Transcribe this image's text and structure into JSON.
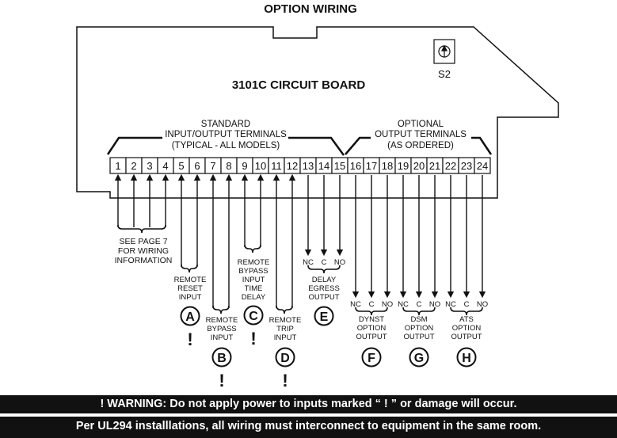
{
  "title": "OPTION WIRING",
  "board": {
    "name": "3101C CIRCUIT BOARD",
    "switch_label": "S2"
  },
  "headers": {
    "standard": [
      "STANDARD",
      "INPUT/OUTPUT TERMINALS",
      "(TYPICAL - ALL MODELS)"
    ],
    "optional": [
      "OPTIONAL",
      "OUTPUT TERMINALS",
      "(AS ORDERED)"
    ]
  },
  "terminals": [
    "1",
    "2",
    "3",
    "4",
    "5",
    "6",
    "7",
    "8",
    "9",
    "10",
    "11",
    "12",
    "13",
    "14",
    "15",
    "16",
    "17",
    "18",
    "19",
    "20",
    "21",
    "22",
    "23",
    "24"
  ],
  "note_1_4": [
    "SEE PAGE 7",
    "FOR WIRING",
    "INFORMATION"
  ],
  "contact_letters": [
    "NC",
    "C",
    "NO"
  ],
  "options": [
    {
      "letter": "A",
      "lines": [
        "REMOTE",
        "RESET",
        "INPUT"
      ],
      "warn": "!"
    },
    {
      "letter": "B",
      "lines": [
        "REMOTE",
        "BYPASS",
        "INPUT"
      ],
      "warn": "!"
    },
    {
      "letter": "C",
      "lines": [
        "REMOTE",
        "BYPASS",
        "INPUT",
        "TIME",
        "DELAY"
      ],
      "warn": "!"
    },
    {
      "letter": "D",
      "lines": [
        "REMOTE",
        "TRIP",
        "INPUT"
      ],
      "warn": "!"
    },
    {
      "letter": "E",
      "lines": [
        "DELAY",
        "EGRESS",
        "OUTPUT"
      ]
    },
    {
      "letter": "F",
      "lines": [
        "DYNST",
        "OPTION",
        "OUTPUT"
      ]
    },
    {
      "letter": "G",
      "lines": [
        "DSM",
        "OPTION",
        "OUTPUT"
      ]
    },
    {
      "letter": "H",
      "lines": [
        "ATS",
        "OPTION",
        "OUTPUT"
      ]
    }
  ],
  "warnings": {
    "power": "! WARNING: Do not apply power to inputs marked “ ! ” or damage will occur.",
    "ul294": "Per UL294 installlations, all wiring must interconnect to equipment in the same room."
  }
}
